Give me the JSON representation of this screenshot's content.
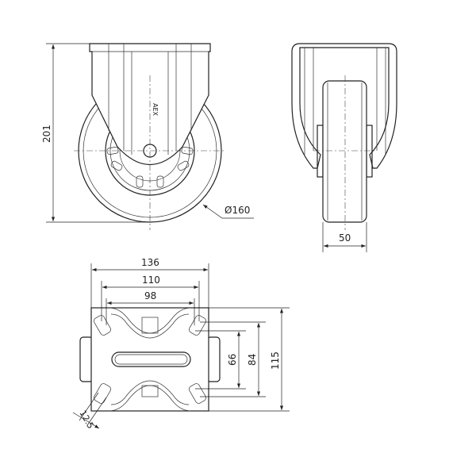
{
  "dimensions": {
    "overall_height": "201",
    "wheel_diameter": "Ø160",
    "wheel_width": "50",
    "plate_width": "136",
    "hole_spacing_outer_x": "110",
    "hole_spacing_inner_x": "98",
    "hole_spacing_inner_y": "66",
    "hole_spacing_outer_y": "84",
    "plate_length": "115",
    "slot_width": "12.5"
  },
  "marking": "AEX"
}
